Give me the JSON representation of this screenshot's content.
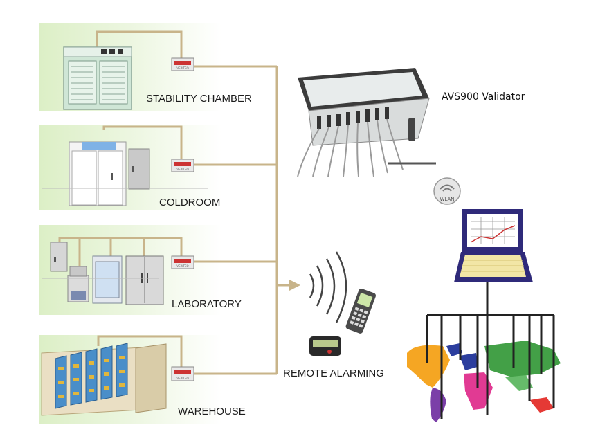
{
  "locations": [
    {
      "label": "STABILITY CHAMBER"
    },
    {
      "label": "COLDROOM"
    },
    {
      "label": "LABORATORY"
    },
    {
      "label": "WAREHOUSE"
    }
  ],
  "logger_label": "VERITEQ",
  "validator": {
    "label": "AVS900 Validator"
  },
  "remote": {
    "label": "REMOTE ALARMING"
  },
  "wlan": {
    "label": "WLAN"
  },
  "colors": {
    "wire": "#c8b48a",
    "panel": "#dcefc6",
    "screen_frame": "#2f2a7a",
    "map_lines": "#222222"
  }
}
